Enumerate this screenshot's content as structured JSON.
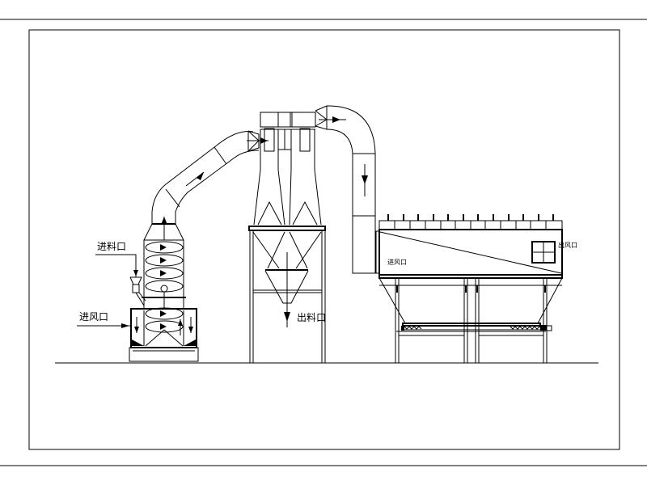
{
  "diagram": {
    "labels": {
      "feed_inlet": "进料口",
      "air_inlet": "进风口",
      "discharge_outlet": "出料口",
      "dryer_air_inlet": "进风口",
      "dryer_air_outlet": "出风口"
    },
    "colors": {
      "line": "#000000",
      "background": "#ffffff"
    }
  }
}
